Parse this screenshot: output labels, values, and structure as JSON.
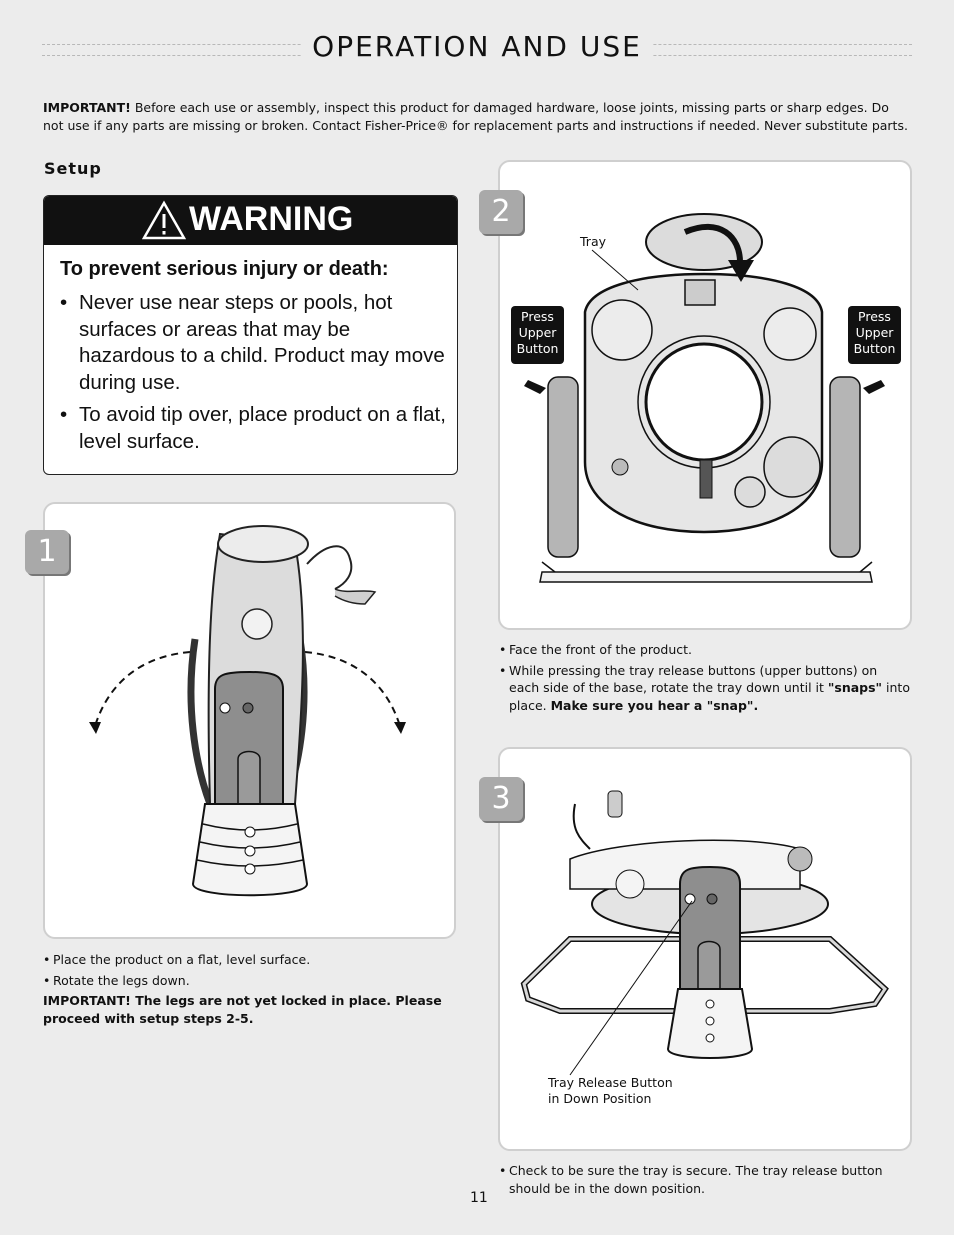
{
  "header": {
    "title": "OPERATION AND USE"
  },
  "important": {
    "lead": "IMPORTANT!",
    "text": "Before each use or assembly, inspect this product for damaged hardware, loose joints, missing parts or sharp edges. Do not use if any parts are missing or broken. Contact Fisher-Price® for replacement parts and instructions if needed. Never substitute parts."
  },
  "section": {
    "title": "Setup"
  },
  "warning": {
    "title": "WARNING",
    "subtitle": "To prevent serious injury or death:",
    "bullets": [
      "Never use near steps or pools, hot surfaces or areas that may be hazardous to a child. Product may move during use.",
      "To avoid tip over, place product on a flat, level surface."
    ]
  },
  "step1": {
    "number": "1",
    "bullets": [
      "Place the product on a flat, level surface.",
      "Rotate the legs down."
    ],
    "note": "IMPORTANT! The legs are not yet locked in place. Please proceed with setup steps 2-5."
  },
  "step2": {
    "number": "2",
    "tray_label": "Tray",
    "press_left": "Press Upper Button",
    "press_right": "Press Upper Button",
    "bullet1": "Face the front of the product.",
    "bullet2_a": "While pressing the tray release buttons (upper buttons) on each side of the base, rotate the tray down until it ",
    "bullet2_b": "\"snaps\"",
    "bullet2_c": " into place. ",
    "bullet2_d": "Make sure you hear a \"snap\"."
  },
  "step3": {
    "number": "3",
    "release_label_1": "Tray Release Button",
    "release_label_2": "in Down Position",
    "bullet": "Check to be sure the tray is secure. The tray release button should be in the down position."
  },
  "page_number": "11"
}
